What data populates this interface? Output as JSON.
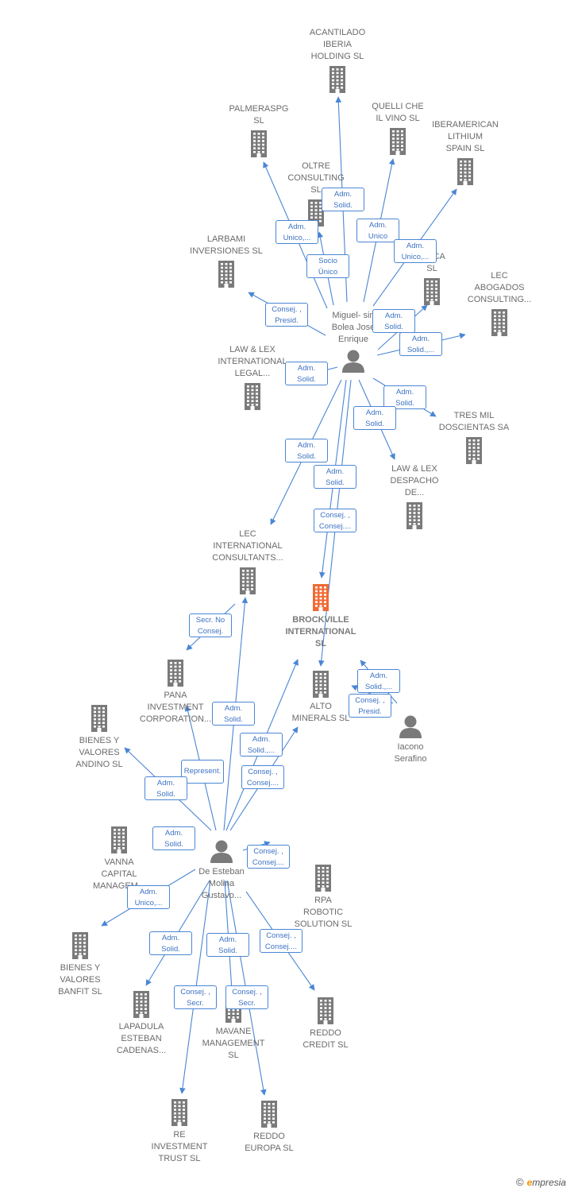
{
  "colors": {
    "edge": "#4a86d4",
    "company": "#7a7a7a",
    "focus": "#f06a35",
    "person": "#7a7a7a"
  },
  "nodes": [
    {
      "id": "acantilado",
      "type": "company",
      "label": [
        "ACANTILADO",
        "IBERIA",
        "HOLDING  SL"
      ]
    },
    {
      "id": "palmeraspg",
      "type": "company",
      "label": [
        "PALMERASPG",
        "SL"
      ]
    },
    {
      "id": "quelli",
      "type": "company",
      "label": [
        "QUELLI CHE",
        "IL VINO  SL"
      ]
    },
    {
      "id": "iberamerican",
      "type": "company",
      "label": [
        "IBERAMERICAN",
        "LITHIUM",
        "SPAIN  SL"
      ]
    },
    {
      "id": "oltre",
      "type": "company",
      "label": [
        "OLTRE",
        "CONSULTING",
        "SL"
      ]
    },
    {
      "id": "larbami",
      "type": "company",
      "label": [
        "LARBAMI",
        "INVERSIONES SL"
      ]
    },
    {
      "id": "erica",
      "type": "company",
      "label": [
        "ERICA",
        "SL"
      ]
    },
    {
      "id": "lecabogados",
      "type": "company",
      "label": [
        "LEC",
        "ABOGADOS",
        "CONSULTING..."
      ]
    },
    {
      "id": "miguel",
      "type": "person",
      "label": [
        "Miguel- sin",
        "Bolea Jose",
        "Enrique"
      ]
    },
    {
      "id": "lawlexintl",
      "type": "company",
      "label": [
        "LAW & LEX",
        "INTERNATIONAL",
        "LEGAL..."
      ]
    },
    {
      "id": "tresmil",
      "type": "company",
      "label": [
        "TRES MIL",
        "DOSCIENTAS SA"
      ]
    },
    {
      "id": "lawlexdesp",
      "type": "company",
      "label": [
        "LAW & LEX",
        "DESPACHO",
        "DE..."
      ]
    },
    {
      "id": "lecintl",
      "type": "company",
      "label": [
        "LEC",
        "INTERNATIONAL",
        "CONSULTANTS..."
      ]
    },
    {
      "id": "brockville",
      "type": "focus",
      "label": [
        "BROCKVILLE",
        "INTERNATIONAL",
        "SL"
      ]
    },
    {
      "id": "alto",
      "type": "company",
      "label": [
        "ALTO",
        "MINERALS  SL"
      ]
    },
    {
      "id": "iacono",
      "type": "person",
      "label": [
        "Iacono",
        "Serafino"
      ]
    },
    {
      "id": "pana",
      "type": "company",
      "label": [
        "PANA",
        "INVESTMENT",
        "CORPORATION..."
      ]
    },
    {
      "id": "bienesandino",
      "type": "company",
      "label": [
        "BIENES Y",
        "VALORES",
        "ANDINO  SL"
      ]
    },
    {
      "id": "vanna",
      "type": "company",
      "label": [
        "VANNA",
        "CAPITAL",
        "MANAGEM..."
      ]
    },
    {
      "id": "desteban",
      "type": "person",
      "label": [
        "De Esteban",
        "Molina",
        "Gustavo..."
      ]
    },
    {
      "id": "rpa",
      "type": "company",
      "label": [
        "RPA",
        "ROBOTIC",
        "SOLUTION  SL"
      ]
    },
    {
      "id": "bienesbanfit",
      "type": "company",
      "label": [
        "BIENES Y",
        "VALORES",
        "BANFIT  SL"
      ]
    },
    {
      "id": "lapadula",
      "type": "company",
      "label": [
        "LAPADULA",
        "ESTEBAN",
        "CADENAS..."
      ]
    },
    {
      "id": "mavane",
      "type": "company",
      "label": [
        "MAVANE",
        "MANAGEMENT",
        "SL"
      ]
    },
    {
      "id": "reddocredit",
      "type": "company",
      "label": [
        "REDDO",
        "CREDIT  SL"
      ]
    },
    {
      "id": "reinvest",
      "type": "company",
      "label": [
        "RE",
        "INVESTMENT",
        "TRUST  SL"
      ]
    },
    {
      "id": "reddoeuropa",
      "type": "company",
      "label": [
        "REDDO",
        "EUROPA  SL"
      ]
    }
  ],
  "edges": [
    {
      "from": "miguel",
      "to": "acantilado",
      "label": [
        "Adm.",
        "Solid."
      ]
    },
    {
      "from": "miguel",
      "to": "palmeraspg",
      "label": [
        "Adm.",
        "Unico,..."
      ]
    },
    {
      "from": "miguel",
      "to": "oltre",
      "label": [
        "Socio",
        "Único"
      ]
    },
    {
      "from": "miguel",
      "to": "quelli",
      "label": [
        "Adm.",
        "Unico"
      ]
    },
    {
      "from": "miguel",
      "to": "iberamerican",
      "label": [
        "Adm.",
        "Unico,..."
      ]
    },
    {
      "from": "miguel",
      "to": "larbami",
      "label": [
        "Consej. ,",
        "Presid."
      ]
    },
    {
      "from": "miguel",
      "to": "erica",
      "label": [
        "Adm.",
        "Solid."
      ]
    },
    {
      "from": "miguel",
      "to": "lecabogados",
      "label": [
        "Adm.",
        "Solid.,..."
      ]
    },
    {
      "from": "miguel",
      "to": "lawlexintl",
      "label": [
        "Adm.",
        "Solid."
      ]
    },
    {
      "from": "miguel",
      "to": "tresmil",
      "label": [
        "Adm.",
        "Solid."
      ]
    },
    {
      "from": "miguel",
      "to": "lawlexdesp",
      "label": [
        "Adm.",
        "Solid."
      ]
    },
    {
      "from": "miguel",
      "to": "lecintl",
      "label": [
        "Adm.",
        "Solid."
      ]
    },
    {
      "from": "miguel",
      "to": "brockville",
      "label": [
        "Adm.",
        "Solid."
      ]
    },
    {
      "from": "miguel",
      "to": "alto",
      "label": [
        "Consej. ,",
        "Consej...."
      ]
    },
    {
      "from": "lecintl",
      "to": "pana",
      "label": [
        "Secr.  No",
        "Consej."
      ]
    },
    {
      "from": "iacono",
      "to": "alto",
      "label": [
        "Adm.",
        "Solid.,..."
      ]
    },
    {
      "from": "iacono",
      "to": "brockville",
      "label": [
        "Consej. ,",
        "Presid."
      ]
    },
    {
      "from": "desteban",
      "to": "lecintl",
      "label": [
        "Adm.",
        "Solid."
      ]
    },
    {
      "from": "desteban",
      "to": "brockville",
      "label": [
        "Adm.",
        "Solid.,..."
      ]
    },
    {
      "from": "desteban",
      "to": "alto",
      "label": [
        "Consej. ,",
        "Consej...."
      ]
    },
    {
      "from": "desteban",
      "to": "pana",
      "label": [
        "Represent.",
        ""
      ]
    },
    {
      "from": "desteban",
      "to": "bienesandino",
      "label": [
        "Adm.",
        "Solid."
      ]
    },
    {
      "from": "desteban",
      "to": "vanna",
      "label": [
        "Adm.",
        "Solid."
      ]
    },
    {
      "from": "desteban",
      "to": "rpa",
      "label": [
        "Consej. ,",
        "Consej...."
      ]
    },
    {
      "from": "desteban",
      "to": "bienesbanfit",
      "label": [
        "Adm.",
        "Unico,..."
      ]
    },
    {
      "from": "desteban",
      "to": "lapadula",
      "label": [
        "Adm.",
        "Solid."
      ]
    },
    {
      "from": "desteban",
      "to": "mavane",
      "label": [
        "Adm.",
        "Solid."
      ]
    },
    {
      "from": "desteban",
      "to": "reddocredit",
      "label": [
        "Consej. ,",
        "Consej...."
      ]
    },
    {
      "from": "desteban",
      "to": "reinvest",
      "label": [
        "Consej. ,",
        "Secr."
      ]
    },
    {
      "from": "desteban",
      "to": "reddoeuropa",
      "label": [
        "Consej. ,",
        "Secr."
      ]
    }
  ],
  "brand": {
    "copyright": "©",
    "first": "e",
    "rest": "mpresia"
  }
}
